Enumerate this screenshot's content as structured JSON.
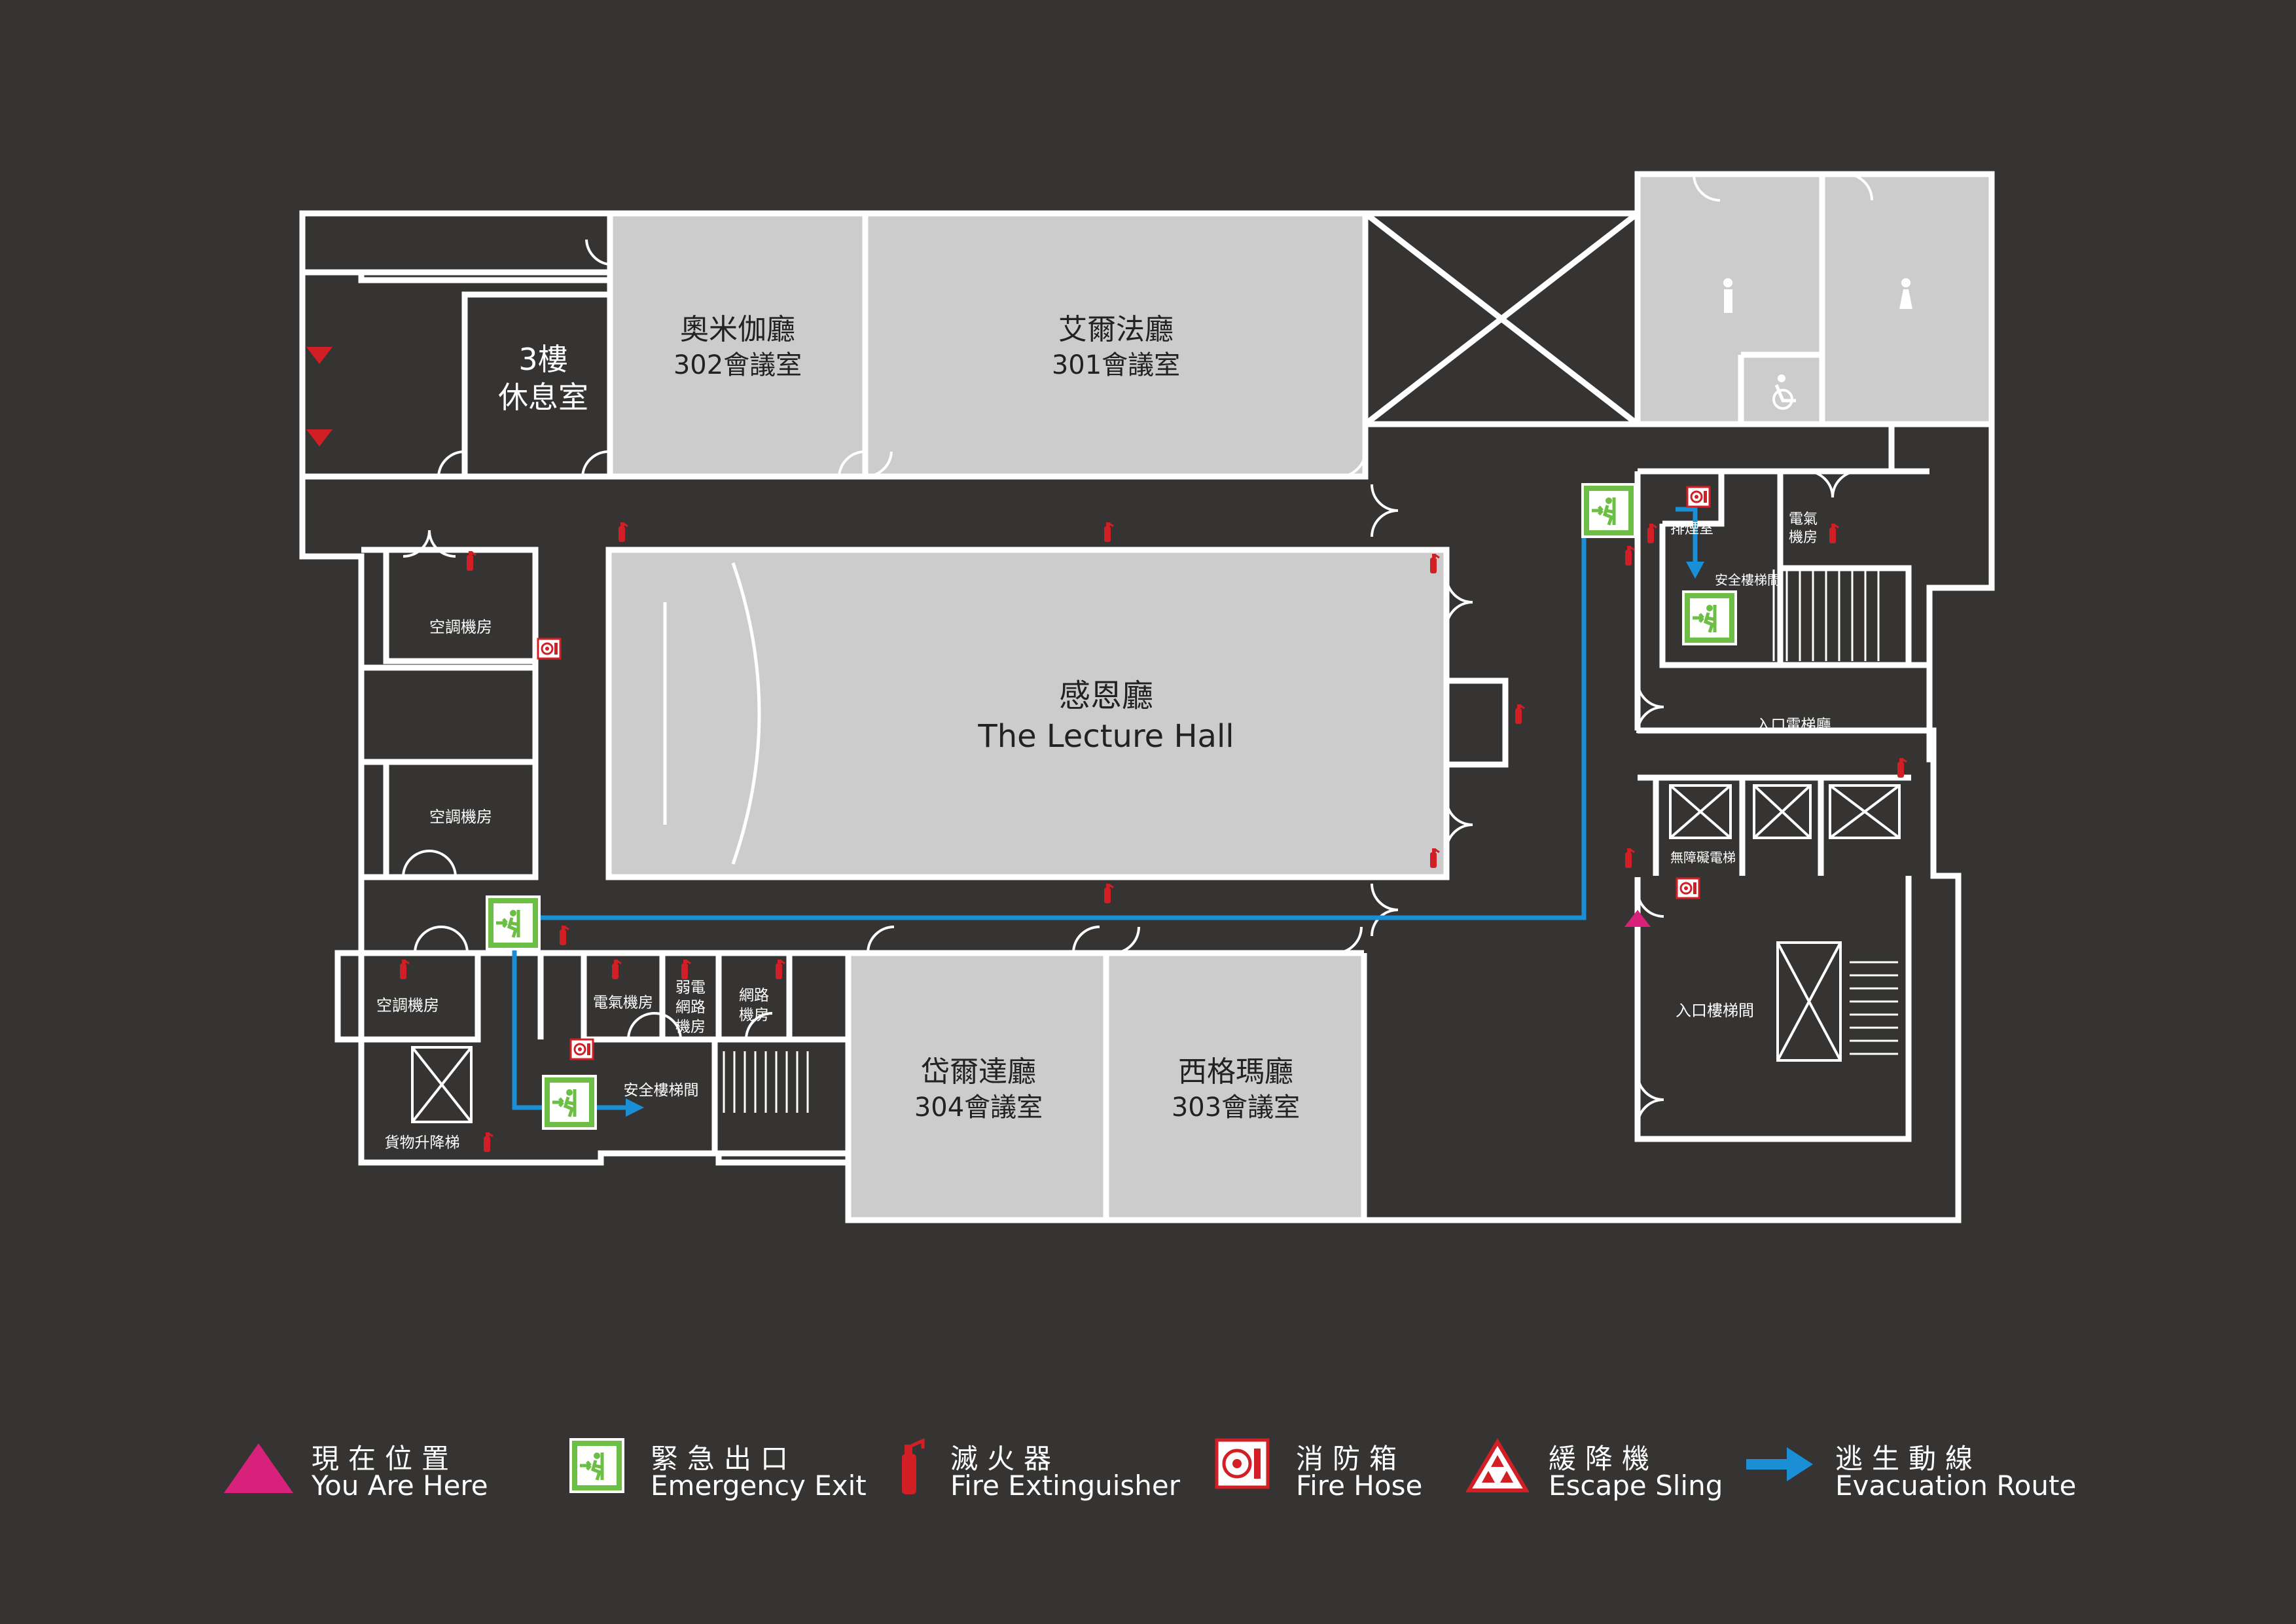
{
  "colors": {
    "background": "#353433",
    "wall": "#ffffff",
    "room_fill": "#cccccc",
    "route": "#1a8fd6",
    "extinguisher": "#d21f26",
    "exit_green": "#6cbe45",
    "you_are_here": "#d8217b"
  },
  "rooms": {
    "lounge": "3樓\n休息室",
    "r302_name": "奧米伽廳",
    "r302_sub": "302會議室",
    "r301_name": "艾爾法廳",
    "r301_sub": "301會議室",
    "hall_name": "感恩廳",
    "hall_sub": "The Lecture Hall",
    "r304_name": "岱爾達廳",
    "r304_sub": "304會議室",
    "r303_name": "西格瑪廳",
    "r303_sub": "303會議室",
    "ac1": "空調機房",
    "ac2": "空調機房",
    "ac3": "空調機房",
    "freight": "貨物升降梯",
    "elec": "電氣機房",
    "weak": "弱電\n網路\n機房",
    "network": "網路\n機房",
    "stair_left": "安全樓梯間",
    "smoke": "排煙室",
    "elec2": "電氣\n機房",
    "stair_right": "安全樓梯間",
    "lift_hall": "入口電梯廳",
    "accessible_lift": "無障礙電梯",
    "entrance_stair": "入口樓梯間"
  },
  "legend": [
    {
      "icon": "you-are-here-icon",
      "zh": "現在位置",
      "en": "You Are Here"
    },
    {
      "icon": "emergency-exit-icon",
      "zh": "緊急出口",
      "en": "Emergency Exit"
    },
    {
      "icon": "fire-extinguisher-icon",
      "zh": "滅火器",
      "en": "Fire Extinguisher"
    },
    {
      "icon": "fire-hose-icon",
      "zh": "消防箱",
      "en": "Fire Hose"
    },
    {
      "icon": "escape-sling-icon",
      "zh": "緩降機",
      "en": "Escape Sling"
    },
    {
      "icon": "evacuation-route-icon",
      "zh": "逃生動線",
      "en": "Evacuation Route"
    }
  ]
}
